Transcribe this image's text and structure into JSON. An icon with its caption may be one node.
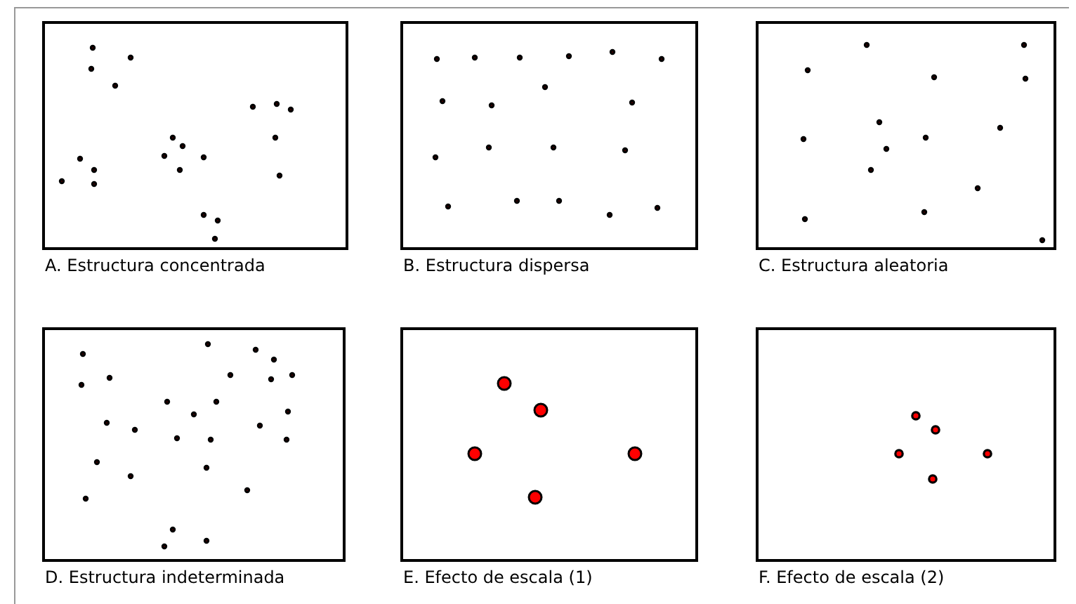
{
  "diagram": {
    "nodes": [
      {
        "text": [
          "A. Estructura concentrada"
        ]
      },
      {
        "text": [
          "B. Estructura dispersa"
        ]
      },
      {
        "text": [
          "C. Estructura aleatoria"
        ]
      },
      {
        "text": [
          "D. Estructura indeterminada"
        ]
      },
      {
        "text": [
          "E. Efecto de escala (1)"
        ]
      },
      {
        "text": [
          "F. Efecto de escala (2)"
        ]
      }
    ]
  }
}
